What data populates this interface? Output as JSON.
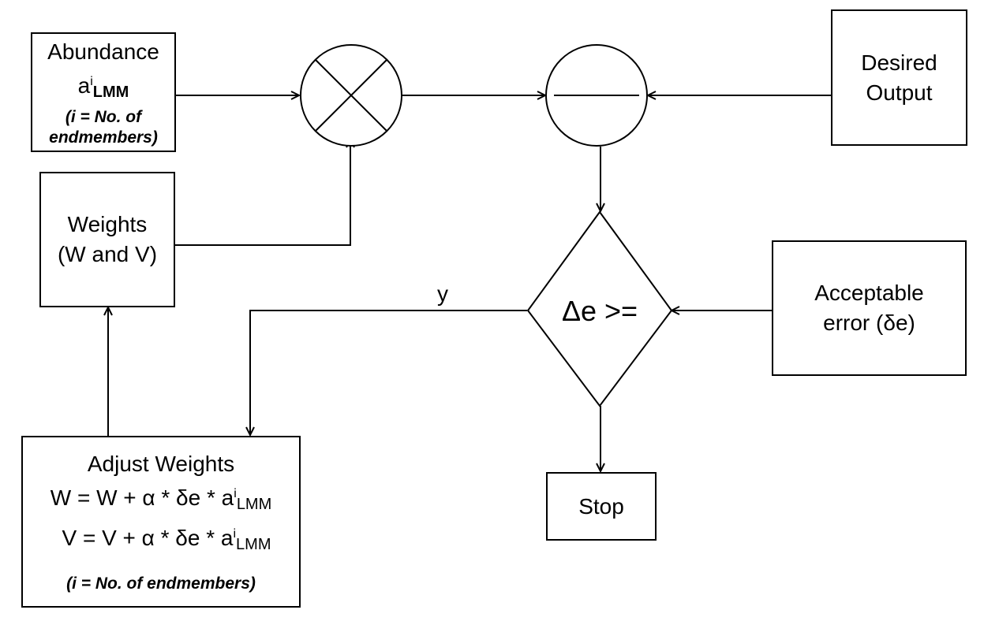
{
  "colors": {
    "stroke": "#000000",
    "background": "#ffffff"
  },
  "abundance": {
    "title": "Abundance",
    "symbol": "a",
    "superscript": "i",
    "subscript": "LMM",
    "note_line1": "(i = No. of",
    "note_line2": "endmembers)"
  },
  "weights": {
    "line1": "Weights",
    "line2": "(W and V)"
  },
  "multiplier": {
    "icon": "multiply-junction-icon"
  },
  "comparator": {
    "icon": "subtract-junction-icon"
  },
  "desired_output": {
    "line1": "Desired",
    "line2": "Output"
  },
  "decision": {
    "label": "Δe >=",
    "yes_label": "y"
  },
  "acceptable_error": {
    "line1": "Acceptable",
    "line2": "error (δe)"
  },
  "adjust": {
    "title": "Adjust Weights",
    "w_prefix": "W = W + α * δe * a",
    "v_prefix": "V = V + α * δe * a",
    "superscript": "i",
    "subscript": "LMM",
    "note": "(i = No. of endmembers)"
  },
  "stop": {
    "label": "Stop"
  }
}
